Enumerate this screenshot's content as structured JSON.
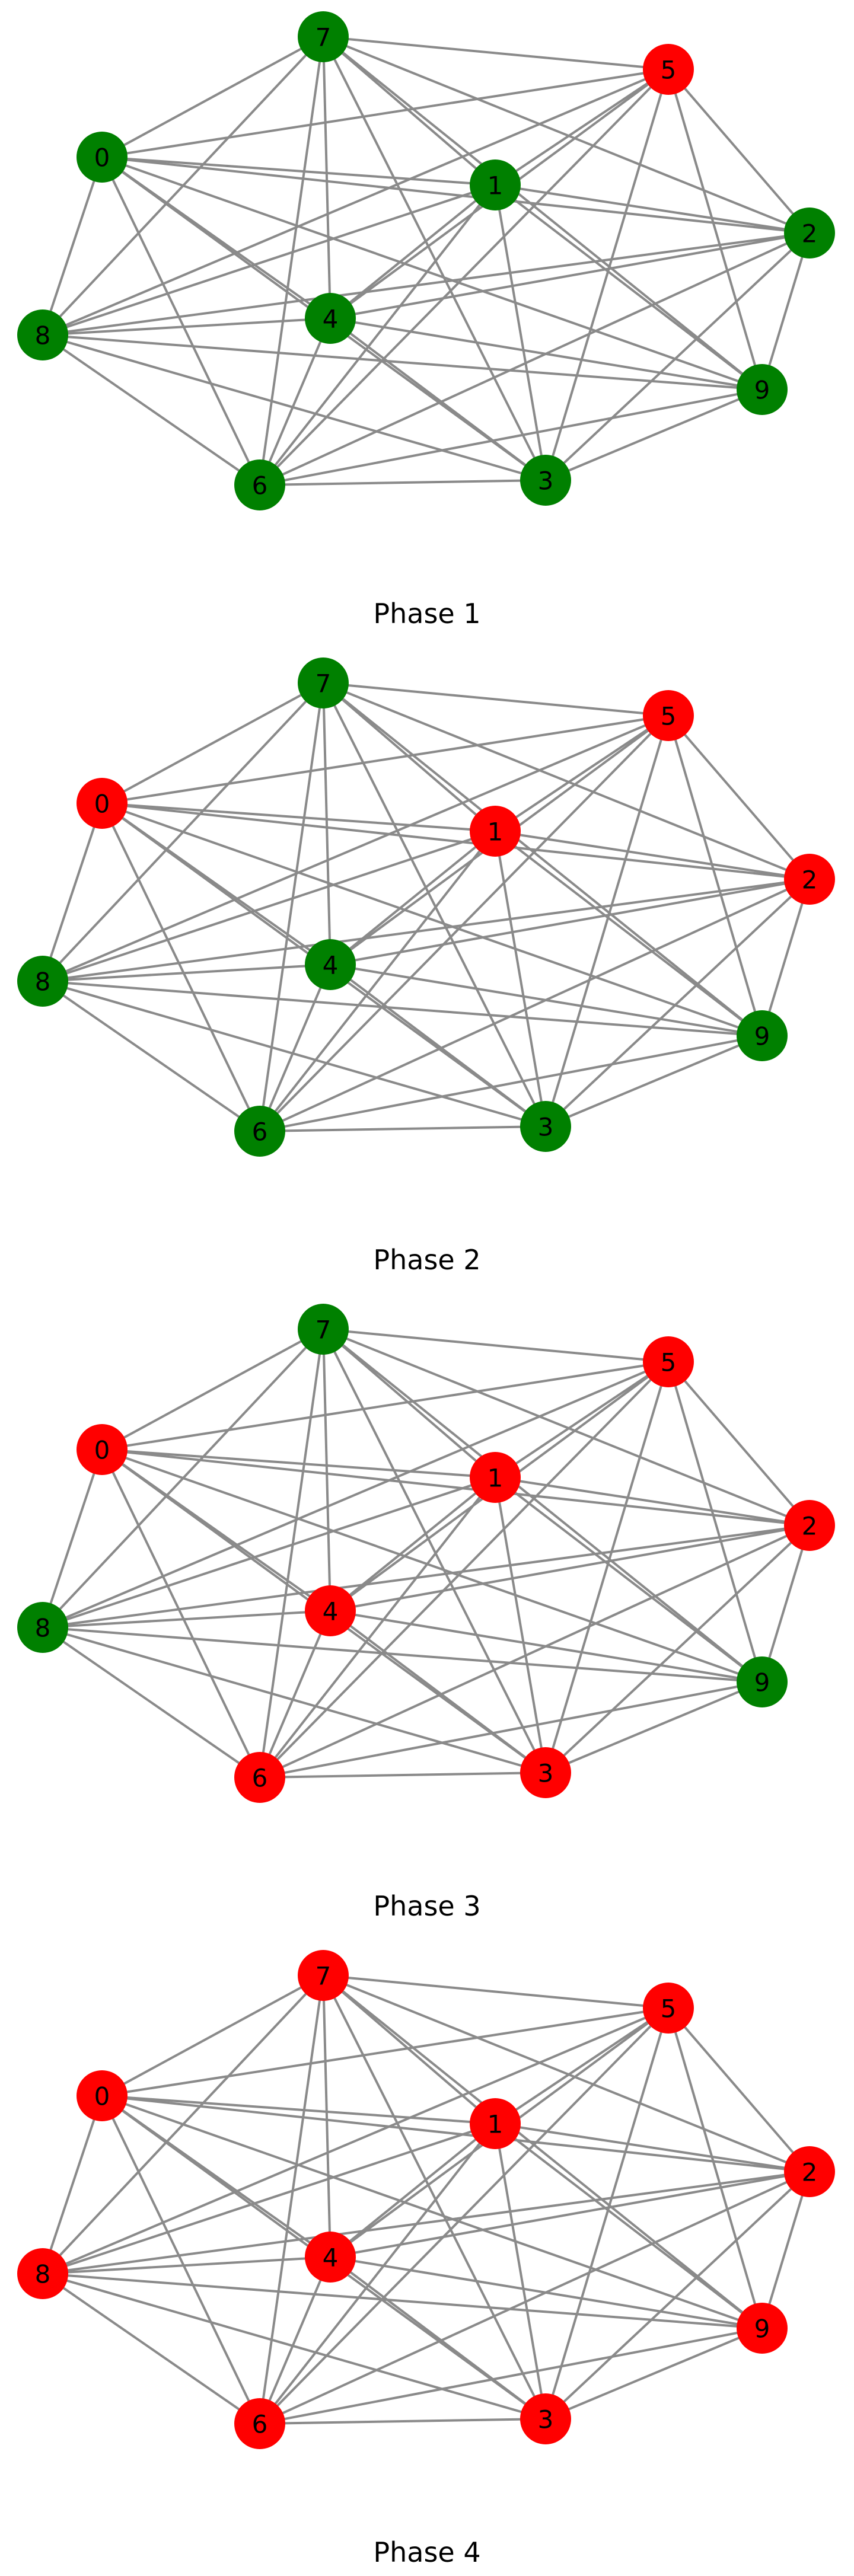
{
  "colors": {
    "green": "#008000",
    "red": "#ff0000",
    "edge": "#8a8a8a"
  },
  "nodes": [
    "0",
    "1",
    "2",
    "3",
    "4",
    "5",
    "6",
    "7",
    "8",
    "9"
  ],
  "edges": [
    [
      "7",
      "0"
    ],
    [
      "7",
      "5"
    ],
    [
      "7",
      "1"
    ],
    [
      "7",
      "2"
    ],
    [
      "7",
      "4"
    ],
    [
      "7",
      "3"
    ],
    [
      "7",
      "6"
    ],
    [
      "7",
      "8"
    ],
    [
      "7",
      "9"
    ],
    [
      "5",
      "0"
    ],
    [
      "5",
      "1"
    ],
    [
      "5",
      "2"
    ],
    [
      "5",
      "4"
    ],
    [
      "5",
      "3"
    ],
    [
      "5",
      "6"
    ],
    [
      "5",
      "8"
    ],
    [
      "5",
      "9"
    ],
    [
      "0",
      "1"
    ],
    [
      "0",
      "2"
    ],
    [
      "0",
      "4"
    ],
    [
      "0",
      "3"
    ],
    [
      "0",
      "6"
    ],
    [
      "0",
      "8"
    ],
    [
      "0",
      "9"
    ],
    [
      "1",
      "2"
    ],
    [
      "1",
      "4"
    ],
    [
      "1",
      "3"
    ],
    [
      "1",
      "6"
    ],
    [
      "1",
      "8"
    ],
    [
      "1",
      "9"
    ],
    [
      "2",
      "4"
    ],
    [
      "2",
      "6"
    ],
    [
      "2",
      "8"
    ],
    [
      "2",
      "9"
    ],
    [
      "2",
      "3"
    ],
    [
      "8",
      "4"
    ],
    [
      "8",
      "6"
    ],
    [
      "8",
      "9"
    ],
    [
      "8",
      "3"
    ],
    [
      "4",
      "3"
    ],
    [
      "4",
      "9"
    ],
    [
      "4",
      "6"
    ],
    [
      "6",
      "3"
    ],
    [
      "6",
      "9"
    ],
    [
      "3",
      "9"
    ]
  ],
  "phases": [
    {
      "title": "Phase 1",
      "colors": [
        "green",
        "green",
        "green",
        "green",
        "green",
        "red",
        "green",
        "green",
        "green",
        "green"
      ]
    },
    {
      "title": "Phase 2",
      "colors": [
        "red",
        "red",
        "red",
        "green",
        "green",
        "red",
        "green",
        "green",
        "green",
        "green"
      ]
    },
    {
      "title": "Phase 3",
      "colors": [
        "red",
        "red",
        "red",
        "red",
        "red",
        "red",
        "red",
        "green",
        "green",
        "green"
      ]
    },
    {
      "title": "Phase 4",
      "colors": [
        "red",
        "red",
        "red",
        "red",
        "red",
        "red",
        "red",
        "red",
        "red",
        "red"
      ]
    }
  ]
}
